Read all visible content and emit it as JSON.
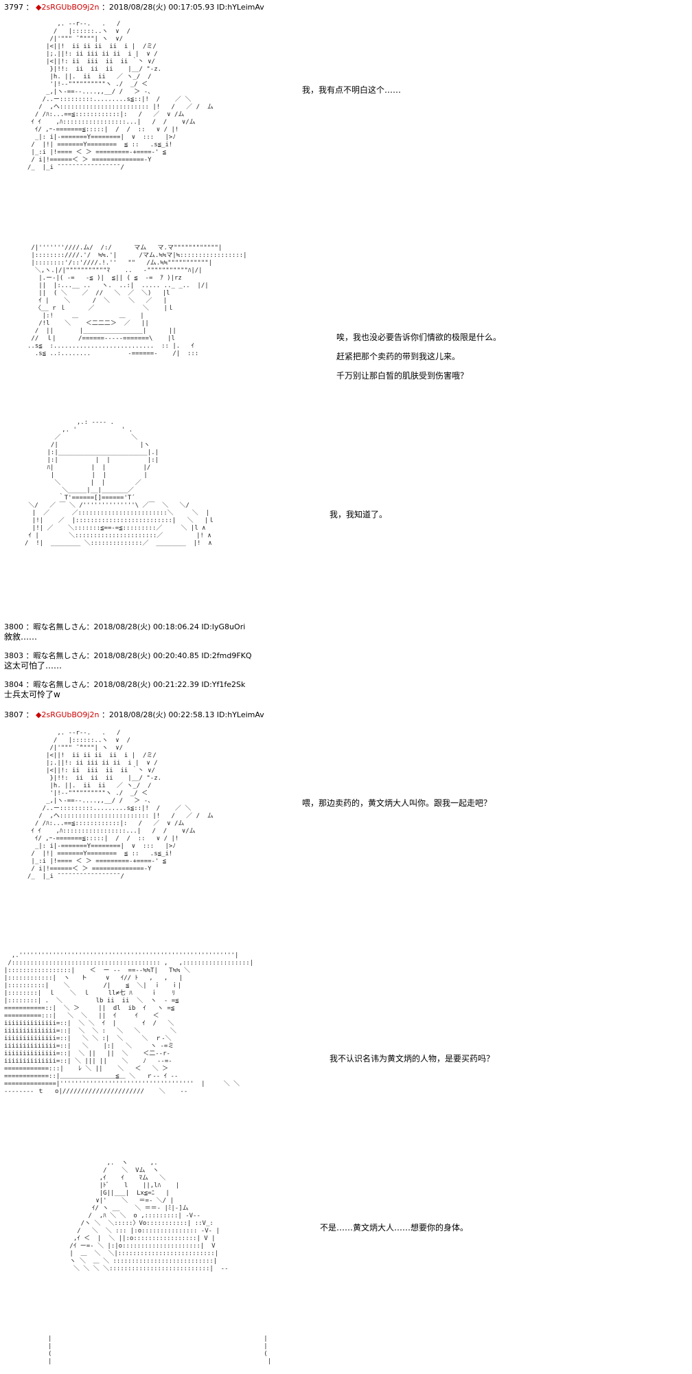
{
  "posts": {
    "p1": {
      "num": "3797",
      "sep": "：",
      "trip": "◆2sRGUbBO9j2n",
      "meta": "：2018/08/28(火) 00:17:05.93 ID:hYLeimAv"
    },
    "p2": {
      "header": "3800 ：暇な名無しさん：2018/08/28(火) 00:18:06.24 ID:IyG8uOri",
      "body": "敘敘……"
    },
    "p3": {
      "header": "3803 ：暇な名無しさん：2018/08/28(火) 00:20:40.85 ID:2fmd9FKQ",
      "body": "这太可怕了……"
    },
    "p4": {
      "header": "3804 ：暇な名無しさん：2018/08/28(火) 00:21:22.39 ID:Yf1fe2Sk",
      "body": "士兵太可怜了w"
    },
    "p5": {
      "num": "3807",
      "sep": "：",
      "trip": "◆2sRGUbBO9j2n",
      "meta": "：2018/08/28(火) 00:22:58.13 ID:hYLeimAv"
    }
  },
  "dialogue": {
    "d1": "我，我有点不明白这个……",
    "d2": "唉，我也没必要告诉你们情欲的极限是什么。",
    "d3": "赶紧把那个卖药的带到我这儿来。",
    "d4": "千万别让那白皙的肌肤受到伤害哦？",
    "d5": "我，我知道了。",
    "d6": "喂，那边卖药的，黄文炳大人叫你。跟我一起走吧？",
    "d7": "我不认识名讳为黄文炳的人物，是要买药吗？",
    "d8": "不是……黄文炳大人……想要你的身体。"
  },
  "art": {
    "soldier1": "        ,. -‐r‐-.   .   /\n       /   |::::::..ヽ  ∨  /\n      /|'\"\"\" ̄ ̄\"\"\"\"| ヽ  ∨/\n     |<||!  ii ii ii  ii  i |  /ミ/\n     |;.||!: ii iii ii ii  i |  ∨ /\n     |<||!: ii  iii  ii  ii ｀丶 ∨/\n      }|!!:  ii  ii  ii    |__/ \"-z.\n      |h. ||.  ii  ii   ／ ヽ_/  /\n      '|!--\"\"\"\"\"\"\"\"\"\"ヽ ./  _/ ＜\n     _,|ヽ-==--....,,__/ /   ＞ ‐、\n    /..ー:::::::::.........s≦::|!  /    ／ ＼\n   /  ,ヘ:::::::::::::::::::::::: |!   /   ／ /  ム\n  / /ﾊ:...==≦::::::::::::|:   /   ／  ∨ /ム\n ｲ ｲ    ,ﾊ:::::::::::::::::...|   /  /    ∨/ム\n  ｲ/ ,ｰ-=======≦:::::|  /  /  ::   ∨ / |!\n  _|: i|-=======Y========|  ∨  :::   |>ﾉ\n /  |!| =======Y========  ≦ ::   .s≦_i!\n |_:i |!==== ＜ ＞ =========-+====-' ≦\n / i|!======＜ ＞ ==============-Y\n/_  |_i ̄ ̄ ̄ ̄ ̄ ̄ ̄ ̄ ̄ ̄ ̄ ̄ ̄ ̄ ̄ ̄ ̄ /",
    "officer": " /|'''''''////.ム/  /:/      マム   マ.マ\"\"\"\"\"\"\"\"\"\"\"\"|\n |::::::::////.'/  ≒≒.'|      /マム.≒≒マ|≒:::::::::::::::::|\n |::::::::'/::'////.!.''   \"\"   /ム.≒≒\"\"\"\"\"\"\"\"\"\"\"|\n  ＼,ヽ.|/|\"\"\"\"\"\"\"\"\"\"\"ﾏ    ..   -\"\"\"\"\"\"\"\"\"\"\"ﾊ|/|\n   |.ー‐|( -=   ‐≦ )|  ≦|| ( ≦  ‐=  ｱ )|rz\n   ||  |:...__ ..   ヽ.  ..:|  ..... .._ _..  |/|\n   ||  ( ＼    ／  //   ＼  ／  ＼)   |l\n   ｲ |    ＼      /  ＼     ＼   ／   |\n  〈__ r ｌ      ／             ＼    |ｌ\n    |:!     ＿           ＿    |\n   /!l    ＼    ＜二二二＞  ／   ||\n  /  ||       |________________|      ||\n //  ｌ|      /======-----=======\\    |l\n..s≦  :...........................  :: |.   ｲ\n  .s≦ ..:........          -======-    /|  :::",
    "soldier2": "              ,.: ‐‐‐‐ .\n          ,. '            ' .\n        ／                   ＼\n       /|                      |ヽ\n      |:|________________________|.|\n      |:|          |  |          |:|\n      ﾊ|          |  |          |/\n       |          |  |          |\n        ＼        |  |        ／\n          ＼_____|__|_______／\n         ｀T'======[]======'T´\n ＼/   ／ ￣ ＼ /''''''''''''''\\ ／￣  ＼   ＼/\n  |  ／      ／::::::::::::::::::::::::＼     ＼  |\n  |!|    ／  |::::::::::::::::::::::::::|   ＼   |ｌ\n  |!| ／    ＼:::::::≦==‐=≦:::::::::／     ＼ |l ∧\n ｲ |        ＼::::::::::::::::::::::／         |! ∧\n/  !|  ________ ＼::::::::::::::／  ________  |!  ∧",
    "pharmacist": "  ,.''''''''''''''''''''''''''''''''''''''''''''''''''''''''''|\n /:::::::::::::::::::::::::::::::::::::::: ,   ,::::::::::::::::::|\n|:::::::::::::::::|    ＜  ー ‐‐  ==‐-≒≒T|   T≒≒ ＼\n|::::::::::::|  ヽ   ト     ∨   ｲ// ﾄ   ,   ,   |\n|::::::::::|    ＼         /|    ≦  ＼|  ｉ   ｉ|\n|::::::::|  ｌ    ＼  ｌ     ll≠七 ﾊ     ｉ    ﾘ\n|::::::::| .  ＼         lb ii  ii  ＼  ヽ  ‐ =≦\n===========::|  ＼ ＞     ||  dl  ib  ｲ   ヽ =≦\n==========:::|   ＼  ＼   ||  ｲ     ｲ    ＜\niiiiiiiiiiiiii=::|  ＼ ＼  ｲ  |       ｲ  /   ＼\niiiiiiiiiiiiii=::|  ＼  ＼ :   ＼   ＼        ＼\niiiiiiiiiiiiii=::|   ＼ ＼ :|  ＼     ＼  ｒ‐＼\niiiiiiiiiiiiii=::|   ＼    |:|   ＼     ヽ ‐=ミ\niiiiiiiiiiiiii=::|  ＼ ||   ||  ＼    ＜二‐‐r‐\niiiiiiiiiiiiii=::| ＼ ||| ||    ＼    ﾉ   ‐‐=‐\n============:::|    ﾚ ＼ ||    ＼   ＜   ＼ ＞\n============::|＿＿＿＿＿＿＿＿＿≦＿ ＼   ｒ‐‐ ｲ ‐‐\n==============|''''''''''''''''''''''''''''''''''''  |     ＼ ＼\n‐‐‐‐‐‐‐‐ ｔ   o|//////////////////////    ＼    ‐‐",
    "soldier3": "           ,.  ヽ      ,.\n          /    ＼  Vム  ヽ\n         ,ｲ    ｲ    ﾏム   ＼\n         |ﾄﾞ    l    ||,lﾊ    |\n         |G||___|  Lx≦=ﾆ   |\n        ∨|'    ＼   ＝=‐ ＼/ |\n       ｲ/ ヽ __    ＼ ＝＝‐ |ﾐ|-]ム\n      /  ,ﾊ ＼ ＼  o ,:::::::::| ‐V--\n    /ヽ ＼  ＼:::::〉Vo:::::::::::| ::V_:\n   /   ＼  ＼ ::: |:o::::::::::::::: ‐V‐ |\n  ,ｲ ＜  |  ＼ ||:o:::::::::::::::::| V |\n /ｲ ー=‐ ＼ |:|o:::::::::::::::::::::|  V\n |  ＿  ＼  ＼|::::::::::::::::::::::::::|\n ヽ ＼  ＿ ＼ :::::::::::::::::::::::::::|\n  ＼ ＼ ＼ ＼:::::::::::::::::::::::::::|  ‐‐",
    "bottom": "|                                                         |\n|                                                         |\n(                                                         (\n|                                                          |"
  }
}
